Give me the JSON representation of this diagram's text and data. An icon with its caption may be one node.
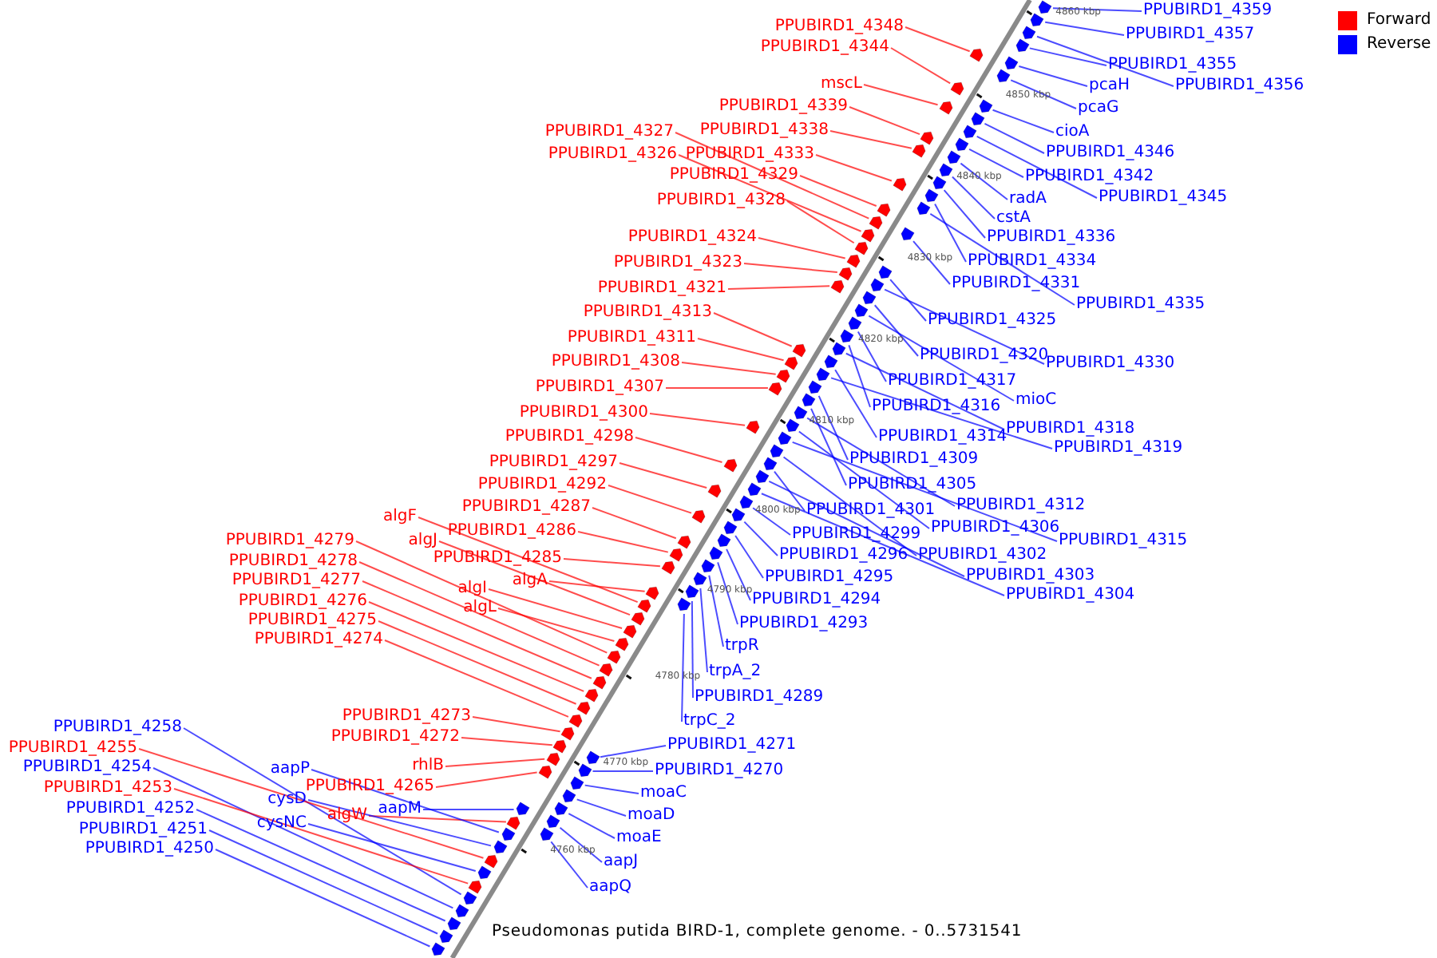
{
  "diagram": {
    "caption": "Pseudomonas putida BIRD-1, complete genome. - 0..5731541",
    "nodes": [
      {
        "text": [
          "PPUBIRD1_4348"
        ]
      },
      {
        "text": [
          "PPUBIRD1_4344"
        ]
      },
      {
        "text": [
          "mscL"
        ]
      },
      {
        "text": [
          "PPUBIRD1_4339"
        ]
      },
      {
        "text": [
          "PPUBIRD1_4338"
        ]
      },
      {
        "text": [
          "PPUBIRD1_4327"
        ]
      },
      {
        "text": [
          "PPUBIRD1_4326"
        ]
      },
      {
        "text": [
          "PPUBIRD1_4333"
        ]
      },
      {
        "text": [
          "PPUBIRD1_4329"
        ]
      },
      {
        "text": [
          "PPUBIRD1_4328"
        ]
      },
      {
        "text": [
          "PPUBIRD1_4324"
        ]
      },
      {
        "text": [
          "PPUBIRD1_4323"
        ]
      },
      {
        "text": [
          "PPUBIRD1_4321"
        ]
      },
      {
        "text": [
          "PPUBIRD1_4313"
        ]
      },
      {
        "text": [
          "PPUBIRD1_4311"
        ]
      },
      {
        "text": [
          "PPUBIRD1_4308"
        ]
      },
      {
        "text": [
          "PPUBIRD1_4307"
        ]
      },
      {
        "text": [
          "PPUBIRD1_4300"
        ]
      },
      {
        "text": [
          "PPUBIRD1_4298"
        ]
      },
      {
        "text": [
          "PPUBIRD1_4297"
        ]
      },
      {
        "text": [
          "PPUBIRD1_4292"
        ]
      },
      {
        "text": [
          "PPUBIRD1_4287"
        ]
      },
      {
        "text": [
          "algF"
        ]
      },
      {
        "text": [
          "PPUBIRD1_4286"
        ]
      },
      {
        "text": [
          "algJ"
        ]
      },
      {
        "text": [
          "PPUBIRD1_4279"
        ]
      },
      {
        "text": [
          "PPUBIRD1_4285"
        ]
      },
      {
        "text": [
          "PPUBIRD1_4278"
        ]
      },
      {
        "text": [
          "algA"
        ]
      },
      {
        "text": [
          "PPUBIRD1_4277"
        ]
      },
      {
        "text": [
          "algI"
        ]
      },
      {
        "text": [
          "PPUBIRD1_4276"
        ]
      },
      {
        "text": [
          "algL"
        ]
      },
      {
        "text": [
          "PPUBIRD1_4275"
        ]
      },
      {
        "text": [
          "PPUBIRD1_4274"
        ]
      },
      {
        "text": [
          "PPUBIRD1_4273"
        ]
      },
      {
        "text": [
          "PPUBIRD1_4272"
        ]
      },
      {
        "text": [
          "rhlB"
        ]
      },
      {
        "text": [
          "PPUBIRD1_4265"
        ]
      },
      {
        "text": [
          "algW"
        ]
      },
      {
        "text": [
          "PPUBIRD1_4258"
        ]
      },
      {
        "text": [
          "PPUBIRD1_4255"
        ]
      },
      {
        "text": [
          "PPUBIRD1_4254"
        ]
      },
      {
        "text": [
          "aapP"
        ]
      },
      {
        "text": [
          "PPUBIRD1_4253"
        ]
      },
      {
        "text": [
          "cysD"
        ]
      },
      {
        "text": [
          "aapM"
        ]
      },
      {
        "text": [
          "PPUBIRD1_4252"
        ]
      },
      {
        "text": [
          "cysNC"
        ]
      },
      {
        "text": [
          "PPUBIRD1_4251"
        ]
      },
      {
        "text": [
          "PPUBIRD1_4250"
        ]
      },
      {
        "text": [
          "PPUBIRD1_4359"
        ]
      },
      {
        "text": [
          "PPUBIRD1_4357"
        ]
      },
      {
        "text": [
          "PPUBIRD1_4355"
        ]
      },
      {
        "text": [
          "pcaH"
        ]
      },
      {
        "text": [
          "PPUBIRD1_4356"
        ]
      },
      {
        "text": [
          "pcaG"
        ]
      },
      {
        "text": [
          "cioA"
        ]
      },
      {
        "text": [
          "PPUBIRD1_4346"
        ]
      },
      {
        "text": [
          "PPUBIRD1_4342"
        ]
      },
      {
        "text": [
          "PPUBIRD1_4345"
        ]
      },
      {
        "text": [
          "radA"
        ]
      },
      {
        "text": [
          "cstA"
        ]
      },
      {
        "text": [
          "PPUBIRD1_4336"
        ]
      },
      {
        "text": [
          "PPUBIRD1_4334"
        ]
      },
      {
        "text": [
          "PPUBIRD1_4331"
        ]
      },
      {
        "text": [
          "PPUBIRD1_4335"
        ]
      },
      {
        "text": [
          "PPUBIRD1_4325"
        ]
      },
      {
        "text": [
          "PPUBIRD1_4320"
        ]
      },
      {
        "text": [
          "PPUBIRD1_4330"
        ]
      },
      {
        "text": [
          "PPUBIRD1_4317"
        ]
      },
      {
        "text": [
          "mioC"
        ]
      },
      {
        "text": [
          "PPUBIRD1_4316"
        ]
      },
      {
        "text": [
          "PPUBIRD1_4318"
        ]
      },
      {
        "text": [
          "PPUBIRD1_4314"
        ]
      },
      {
        "text": [
          "PPUBIRD1_4319"
        ]
      },
      {
        "text": [
          "PPUBIRD1_4309"
        ]
      },
      {
        "text": [
          "PPUBIRD1_4305"
        ]
      },
      {
        "text": [
          "PPUBIRD1_4312"
        ]
      },
      {
        "text": [
          "PPUBIRD1_4301"
        ]
      },
      {
        "text": [
          "PPUBIRD1_4306"
        ]
      },
      {
        "text": [
          "PPUBIRD1_4299"
        ]
      },
      {
        "text": [
          "PPUBIRD1_4315"
        ]
      },
      {
        "text": [
          "PPUBIRD1_4296"
        ]
      },
      {
        "text": [
          "PPUBIRD1_4302"
        ]
      },
      {
        "text": [
          "PPUBIRD1_4295"
        ]
      },
      {
        "text": [
          "PPUBIRD1_4303"
        ]
      },
      {
        "text": [
          "PPUBIRD1_4294"
        ]
      },
      {
        "text": [
          "PPUBIRD1_4304"
        ]
      },
      {
        "text": [
          "PPUBIRD1_4293"
        ]
      },
      {
        "text": [
          "trpR"
        ]
      },
      {
        "text": [
          "trpA_2"
        ]
      },
      {
        "text": [
          "PPUBIRD1_4289"
        ]
      },
      {
        "text": [
          "trpC_2"
        ]
      },
      {
        "text": [
          "PPUBIRD1_4271"
        ]
      },
      {
        "text": [
          "PPUBIRD1_4270"
        ]
      },
      {
        "text": [
          "moaC"
        ]
      },
      {
        "text": [
          "moaD"
        ]
      },
      {
        "text": [
          "moaE"
        ]
      },
      {
        "text": [
          "aapJ"
        ]
      },
      {
        "text": [
          "aapQ"
        ]
      },
      {
        "text": [],
        "shape": "pentagon"
      },
      {
        "text": [],
        "shape": "pentagon"
      },
      {
        "text": [],
        "shape": "pentagon"
      },
      {
        "text": [],
        "shape": "pentagon"
      },
      {
        "text": [],
        "shape": "pentagon"
      },
      {
        "text": [],
        "shape": "pentagon"
      },
      {
        "text": [],
        "shape": "pentagon"
      },
      {
        "text": [],
        "shape": "pentagon"
      },
      {
        "text": [],
        "shape": "pentagon"
      },
      {
        "text": [],
        "shape": "pentagon"
      },
      {
        "text": [],
        "shape": "pentagon"
      },
      {
        "text": [],
        "shape": "pentagon"
      },
      {
        "text": [],
        "shape": "pentagon"
      },
      {
        "text": [],
        "shape": "pentagon"
      },
      {
        "text": [],
        "shape": "pentagon"
      },
      {
        "text": [],
        "shape": "pentagon"
      },
      {
        "text": [],
        "shape": "pentagon"
      },
      {
        "text": [],
        "shape": "pentagon"
      },
      {
        "text": [],
        "shape": "pentagon"
      },
      {
        "text": [],
        "shape": "pentagon"
      },
      {
        "text": [],
        "shape": "pentagon"
      },
      {
        "text": [],
        "shape": "pentagon"
      },
      {
        "text": [],
        "shape": "pentagon"
      },
      {
        "text": [],
        "shape": "pentagon"
      },
      {
        "text": [],
        "shape": "pentagon"
      },
      {
        "text": [],
        "shape": "pentagon"
      },
      {
        "text": [],
        "shape": "pentagon"
      },
      {
        "text": [],
        "shape": "pentagon"
      },
      {
        "text": [],
        "shape": "pentagon"
      },
      {
        "text": [],
        "shape": "pentagon"
      },
      {
        "text": [],
        "shape": "pentagon"
      },
      {
        "text": [],
        "shape": "pentagon"
      },
      {
        "text": [],
        "shape": "pentagon"
      },
      {
        "text": [],
        "shape": "pentagon"
      },
      {
        "text": [],
        "shape": "pentagon"
      },
      {
        "text": [],
        "shape": "pentagon"
      },
      {
        "text": [],
        "shape": "pentagon"
      },
      {
        "text": [],
        "shape": "pentagon"
      },
      {
        "text": [],
        "shape": "pentagon"
      },
      {
        "text": [],
        "shape": "pentagon"
      },
      {
        "text": [],
        "shape": "pentagon"
      },
      {
        "text": [],
        "shape": "pentagon"
      },
      {
        "text": [],
        "shape": "pentagon"
      },
      {
        "text": [],
        "shape": "pentagon"
      },
      {
        "text": [],
        "shape": "pentagon"
      },
      {
        "text": [],
        "shape": "pentagon"
      },
      {
        "text": [],
        "shape": "pentagon"
      },
      {
        "text": [],
        "shape": "pentagon"
      },
      {
        "text": [],
        "shape": "pentagon"
      },
      {
        "text": [],
        "shape": "pentagon"
      },
      {
        "text": [],
        "shape": "pentagon"
      },
      {
        "text": [],
        "shape": "pentagon"
      },
      {
        "text": [],
        "shape": "pentagon"
      },
      {
        "text": [],
        "shape": "pentagon"
      },
      {
        "text": [],
        "shape": "pentagon"
      },
      {
        "text": [],
        "shape": "pentagon"
      },
      {
        "text": [],
        "shape": "pentagon"
      },
      {
        "text": [],
        "shape": "pentagon"
      },
      {
        "text": [],
        "shape": "pentagon"
      },
      {
        "text": [],
        "shape": "pentagon"
      },
      {
        "text": [],
        "shape": "pentagon"
      },
      {
        "text": [],
        "shape": "pentagon"
      },
      {
        "text": [],
        "shape": "pentagon"
      },
      {
        "text": [],
        "shape": "pentagon"
      },
      {
        "text": [],
        "shape": "pentagon"
      },
      {
        "text": [],
        "shape": "pentagon"
      },
      {
        "text": [],
        "shape": "pentagon"
      },
      {
        "text": [],
        "shape": "pentagon"
      },
      {
        "text": [],
        "shape": "pentagon"
      },
      {
        "text": [],
        "shape": "pentagon"
      },
      {
        "text": [],
        "shape": "pentagon"
      },
      {
        "text": [],
        "shape": "pentagon"
      },
      {
        "text": [],
        "shape": "pentagon"
      },
      {
        "text": [],
        "shape": "pentagon"
      },
      {
        "text": [],
        "shape": "pentagon"
      },
      {
        "text": [],
        "shape": "pentagon"
      },
      {
        "text": [],
        "shape": "pentagon"
      },
      {
        "text": [],
        "shape": "pentagon"
      },
      {
        "text": [],
        "shape": "pentagon"
      },
      {
        "text": [],
        "shape": "pentagon"
      },
      {
        "text": [],
        "shape": "pentagon"
      },
      {
        "text": [],
        "shape": "pentagon"
      },
      {
        "text": [],
        "shape": "pentagon"
      },
      {
        "text": [],
        "shape": "pentagon"
      },
      {
        "text": [],
        "shape": "pentagon"
      },
      {
        "text": [],
        "shape": "pentagon"
      },
      {
        "text": [],
        "shape": "pentagon"
      },
      {
        "text": [],
        "shape": "pentagon"
      },
      {
        "text": [],
        "shape": "pentagon"
      },
      {
        "text": [],
        "shape": "pentagon"
      },
      {
        "text": [],
        "shape": "pentagon"
      },
      {
        "text": [],
        "shape": "pentagon"
      },
      {
        "text": [],
        "shape": "pentagon"
      },
      {
        "text": [],
        "shape": "pentagon"
      },
      {
        "text": [],
        "shape": "pentagon"
      },
      {
        "text": [],
        "shape": "pentagon"
      },
      {
        "text": [],
        "shape": "pentagon"
      },
      {
        "text": [],
        "shape": "pentagon"
      },
      {
        "text": [],
        "shape": "pentagon"
      },
      {
        "text": [],
        "shape": "pentagon"
      },
      {
        "text": [],
        "shape": "pentagon"
      }
    ],
    "edges": [
      {
        "from": 0,
        "to": 105,
        "arrow": "none",
        "color": "#ff0000"
      },
      {
        "from": 1,
        "to": 108,
        "arrow": "none",
        "color": "#ff0000"
      },
      {
        "from": 2,
        "to": 109,
        "arrow": "none",
        "color": "#ff0000"
      },
      {
        "from": 3,
        "to": 113,
        "arrow": "none",
        "color": "#ff0000"
      },
      {
        "from": 4,
        "to": 115,
        "arrow": "none",
        "color": "#ff0000"
      },
      {
        "from": 5,
        "to": 123,
        "arrow": "none",
        "color": "#ff0000"
      },
      {
        "from": 6,
        "to": 125,
        "arrow": "none",
        "color": "#ff0000"
      },
      {
        "from": 7,
        "to": 118,
        "arrow": "none",
        "color": "#ff0000"
      },
      {
        "from": 8,
        "to": 122,
        "arrow": "none",
        "color": "#ff0000"
      },
      {
        "from": 9,
        "to": 126,
        "arrow": "none",
        "color": "#ff0000"
      },
      {
        "from": 10,
        "to": 127,
        "arrow": "none",
        "color": "#ff0000"
      },
      {
        "from": 11,
        "to": 129,
        "arrow": "none",
        "color": "#ff0000"
      },
      {
        "from": 12,
        "to": 130,
        "arrow": "none",
        "color": "#ff0000"
      },
      {
        "from": 13,
        "to": 137,
        "arrow": "none",
        "color": "#ff0000"
      },
      {
        "from": 14,
        "to": 138,
        "arrow": "none",
        "color": "#ff0000"
      },
      {
        "from": 15,
        "to": 141,
        "arrow": "none",
        "color": "#ff0000"
      },
      {
        "from": 16,
        "to": 142,
        "arrow": "none",
        "color": "#ff0000"
      },
      {
        "from": 17,
        "to": 146,
        "arrow": "none",
        "color": "#ff0000"
      },
      {
        "from": 18,
        "to": 150,
        "arrow": "none",
        "color": "#ff0000"
      },
      {
        "from": 19,
        "to": 153,
        "arrow": "none",
        "color": "#ff0000"
      },
      {
        "from": 20,
        "to": 156,
        "arrow": "none",
        "color": "#ff0000"
      },
      {
        "from": 21,
        "to": 159,
        "arrow": "none",
        "color": "#ff0000"
      },
      {
        "from": 22,
        "to": 169,
        "arrow": "none",
        "color": "#ff0000"
      },
      {
        "from": 23,
        "to": 161,
        "arrow": "none",
        "color": "#ff0000"
      },
      {
        "from": 24,
        "to": 170,
        "arrow": "none",
        "color": "#ff0000"
      },
      {
        "from": 25,
        "to": 173,
        "arrow": "none",
        "color": "#ff0000"
      },
      {
        "from": 26,
        "to": 163,
        "arrow": "none",
        "color": "#ff0000"
      },
      {
        "from": 27,
        "to": 174,
        "arrow": "none",
        "color": "#ff0000"
      },
      {
        "from": 28,
        "to": 167,
        "arrow": "none",
        "color": "#ff0000"
      },
      {
        "from": 29,
        "to": 175,
        "arrow": "none",
        "color": "#ff0000"
      },
      {
        "from": 30,
        "to": 171,
        "arrow": "none",
        "color": "#ff0000"
      },
      {
        "from": 31,
        "to": 176,
        "arrow": "none",
        "color": "#ff0000"
      },
      {
        "from": 32,
        "to": 172,
        "arrow": "none",
        "color": "#ff0000"
      },
      {
        "from": 33,
        "to": 177,
        "arrow": "none",
        "color": "#ff0000"
      },
      {
        "from": 34,
        "to": 178,
        "arrow": "none",
        "color": "#ff0000"
      },
      {
        "from": 35,
        "to": 179,
        "arrow": "none",
        "color": "#ff0000"
      },
      {
        "from": 36,
        "to": 180,
        "arrow": "none",
        "color": "#ff0000"
      },
      {
        "from": 37,
        "to": 182,
        "arrow": "none",
        "color": "#ff0000"
      },
      {
        "from": 38,
        "to": 183,
        "arrow": "none",
        "color": "#ff0000"
      },
      {
        "from": 39,
        "to": 189,
        "arrow": "none",
        "color": "#ff0000"
      },
      {
        "from": 40,
        "to": 197,
        "arrow": "none",
        "color": "#0000ff"
      },
      {
        "from": 41,
        "to": 194,
        "arrow": "none",
        "color": "#ff0000"
      },
      {
        "from": 42,
        "to": 198,
        "arrow": "none",
        "color": "#0000ff"
      },
      {
        "from": 43,
        "to": 192,
        "arrow": "none",
        "color": "#0000ff"
      },
      {
        "from": 44,
        "to": 196,
        "arrow": "none",
        "color": "#ff0000"
      },
      {
        "from": 45,
        "to": 193,
        "arrow": "none",
        "color": "#0000ff"
      },
      {
        "from": 46,
        "to": 188,
        "arrow": "none",
        "color": "#0000ff"
      },
      {
        "from": 47,
        "to": 199,
        "arrow": "none",
        "color": "#0000ff"
      },
      {
        "from": 48,
        "to": 195,
        "arrow": "none",
        "color": "#0000ff"
      },
      {
        "from": 49,
        "to": 200,
        "arrow": "none",
        "color": "#0000ff"
      },
      {
        "from": 50,
        "to": 201,
        "arrow": "none",
        "color": "#0000ff"
      },
      {
        "from": 51,
        "to": 101,
        "arrow": "none",
        "color": "#0000ff"
      },
      {
        "from": 52,
        "to": 102,
        "arrow": "none",
        "color": "#0000ff"
      },
      {
        "from": 53,
        "to": 104,
        "arrow": "none",
        "color": "#0000ff"
      },
      {
        "from": 54,
        "to": 106,
        "arrow": "none",
        "color": "#0000ff"
      },
      {
        "from": 55,
        "to": 103,
        "arrow": "none",
        "color": "#0000ff"
      },
      {
        "from": 56,
        "to": 107,
        "arrow": "none",
        "color": "#0000ff"
      },
      {
        "from": 57,
        "to": 110,
        "arrow": "none",
        "color": "#0000ff"
      },
      {
        "from": 58,
        "to": 111,
        "arrow": "none",
        "color": "#0000ff"
      },
      {
        "from": 59,
        "to": 114,
        "arrow": "none",
        "color": "#0000ff"
      },
      {
        "from": 60,
        "to": 112,
        "arrow": "none",
        "color": "#0000ff"
      },
      {
        "from": 61,
        "to": 116,
        "arrow": "none",
        "color": "#0000ff"
      },
      {
        "from": 62,
        "to": 117,
        "arrow": "none",
        "color": "#0000ff"
      },
      {
        "from": 63,
        "to": 119,
        "arrow": "none",
        "color": "#0000ff"
      },
      {
        "from": 64,
        "to": 120,
        "arrow": "none",
        "color": "#0000ff"
      },
      {
        "from": 65,
        "to": 124,
        "arrow": "none",
        "color": "#0000ff"
      },
      {
        "from": 66,
        "to": 121,
        "arrow": "none",
        "color": "#0000ff"
      },
      {
        "from": 67,
        "to": 128,
        "arrow": "none",
        "color": "#0000ff"
      },
      {
        "from": 68,
        "to": 132,
        "arrow": "none",
        "color": "#0000ff"
      },
      {
        "from": 69,
        "to": 131,
        "arrow": "none",
        "color": "#0000ff"
      },
      {
        "from": 70,
        "to": 134,
        "arrow": "none",
        "color": "#0000ff"
      },
      {
        "from": 71,
        "to": 133,
        "arrow": "none",
        "color": "#0000ff"
      },
      {
        "from": 72,
        "to": 135,
        "arrow": "none",
        "color": "#0000ff"
      },
      {
        "from": 73,
        "to": 136,
        "arrow": "none",
        "color": "#0000ff"
      },
      {
        "from": 74,
        "to": 139,
        "arrow": "none",
        "color": "#0000ff"
      },
      {
        "from": 75,
        "to": 140,
        "arrow": "none",
        "color": "#0000ff"
      },
      {
        "from": 76,
        "to": 143,
        "arrow": "none",
        "color": "#0000ff"
      },
      {
        "from": 77,
        "to": 144,
        "arrow": "none",
        "color": "#0000ff"
      },
      {
        "from": 78,
        "to": 145,
        "arrow": "none",
        "color": "#0000ff"
      },
      {
        "from": 79,
        "to": 151,
        "arrow": "none",
        "color": "#0000ff"
      },
      {
        "from": 80,
        "to": 147,
        "arrow": "none",
        "color": "#0000ff"
      },
      {
        "from": 81,
        "to": 155,
        "arrow": "none",
        "color": "#0000ff"
      },
      {
        "from": 82,
        "to": 148,
        "arrow": "none",
        "color": "#0000ff"
      },
      {
        "from": 83,
        "to": 157,
        "arrow": "none",
        "color": "#0000ff"
      },
      {
        "from": 84,
        "to": 149,
        "arrow": "none",
        "color": "#0000ff"
      },
      {
        "from": 85,
        "to": 158,
        "arrow": "none",
        "color": "#0000ff"
      },
      {
        "from": 86,
        "to": 152,
        "arrow": "none",
        "color": "#0000ff"
      },
      {
        "from": 87,
        "to": 160,
        "arrow": "none",
        "color": "#0000ff"
      },
      {
        "from": 88,
        "to": 154,
        "arrow": "none",
        "color": "#0000ff"
      },
      {
        "from": 89,
        "to": 162,
        "arrow": "none",
        "color": "#0000ff"
      },
      {
        "from": 90,
        "to": 164,
        "arrow": "none",
        "color": "#0000ff"
      },
      {
        "from": 91,
        "to": 165,
        "arrow": "none",
        "color": "#0000ff"
      },
      {
        "from": 92,
        "to": 166,
        "arrow": "none",
        "color": "#0000ff"
      },
      {
        "from": 93,
        "to": 168,
        "arrow": "none",
        "color": "#0000ff"
      },
      {
        "from": 94,
        "to": 181,
        "arrow": "none",
        "color": "#0000ff"
      },
      {
        "from": 95,
        "to": 184,
        "arrow": "none",
        "color": "#0000ff"
      },
      {
        "from": 96,
        "to": 185,
        "arrow": "none",
        "color": "#0000ff"
      },
      {
        "from": 97,
        "to": 186,
        "arrow": "none",
        "color": "#0000ff"
      },
      {
        "from": 98,
        "to": 187,
        "arrow": "none",
        "color": "#0000ff"
      },
      {
        "from": 99,
        "to": 190,
        "arrow": "none",
        "color": "#0000ff"
      },
      {
        "from": 100,
        "to": 191,
        "arrow": "none",
        "color": "#0000ff"
      }
    ],
    "labels": [
      "4860 kbp",
      "4850 kbp",
      "4840 kbp",
      "4830 kbp",
      "4820 kbp",
      "4810 kbp",
      "4800 kbp",
      "4790 kbp",
      "4780 kbp",
      "4770 kbp",
      "4760 kbp"
    ],
    "legend": [
      {
        "text": "Forward",
        "color": "#ff0000"
      },
      {
        "text": "Reverse",
        "color": "#0000ff"
      }
    ]
  }
}
